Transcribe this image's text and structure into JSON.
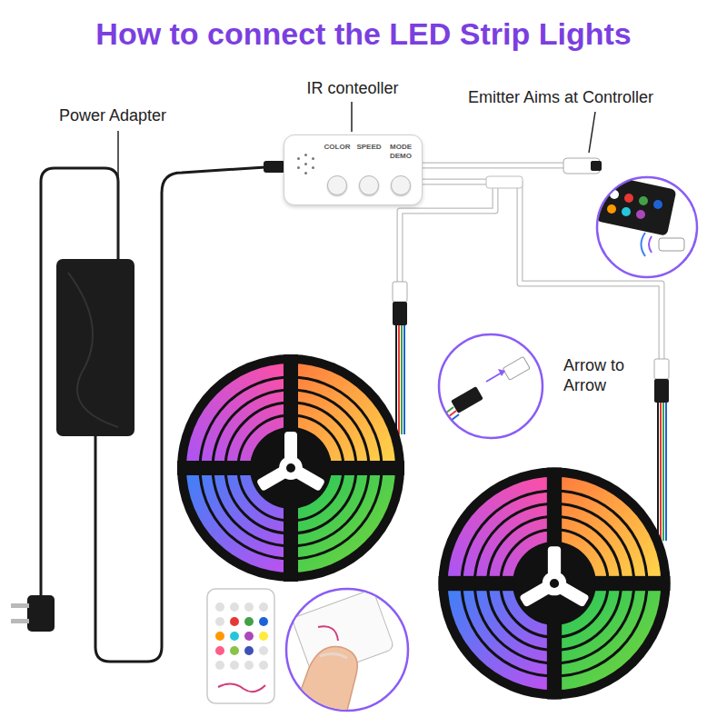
{
  "diagram": {
    "title": "How to connect the LED Strip Lights",
    "nodes": [
      {
        "text": [
          "IR conteoller",
          "COLOR",
          "SPEED",
          "MODE DEMO"
        ]
      }
    ],
    "labels": [
      "Power Adapter",
      "Emitter Aims at Controller",
      "Arrow to Arrow"
    ]
  }
}
